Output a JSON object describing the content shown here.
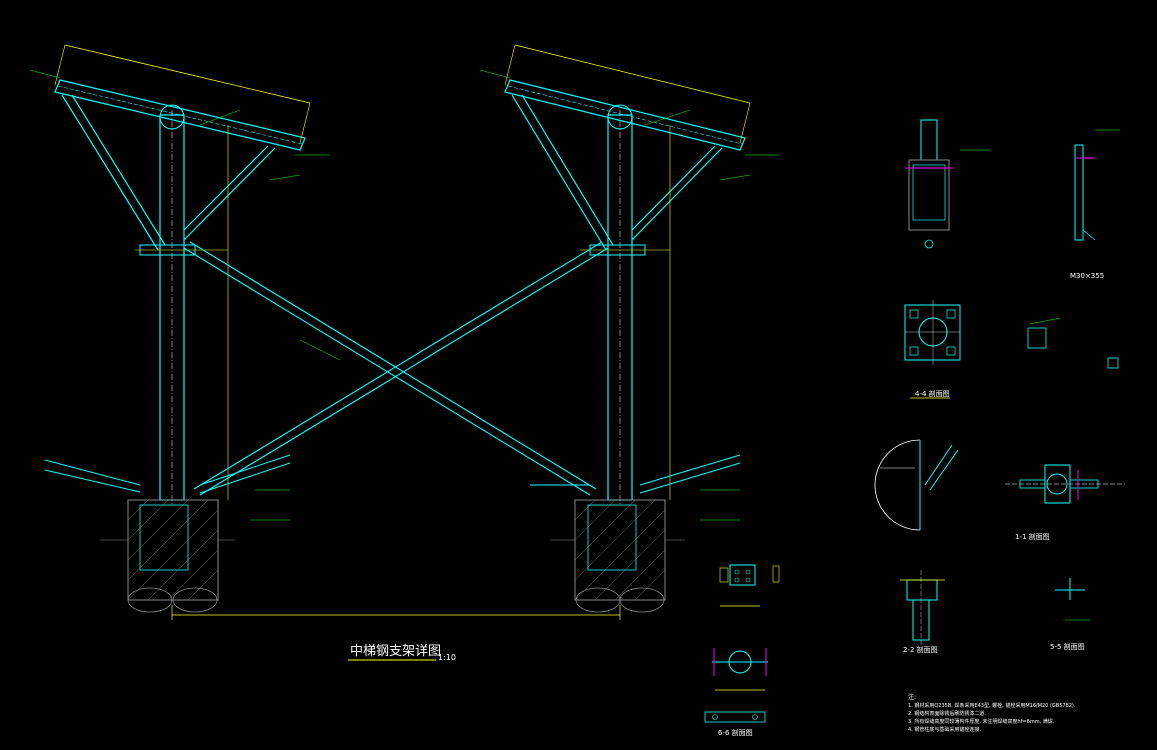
{
  "main_title": "中梯钢支架详图",
  "main_scale": "1:10",
  "detail_captions": [
    {
      "text": "1-1",
      "sub": "剖面图"
    },
    {
      "text": "2-2",
      "sub": "剖面图"
    },
    {
      "text": "4-4",
      "sub": "剖面图"
    },
    {
      "text": "5-5",
      "sub": "剖面图"
    },
    {
      "text": "6-6",
      "sub": "剖面图"
    }
  ],
  "dimension_label": "M30×355",
  "notes_heading": "注:",
  "notes": [
    "1. 钢材采用Q235B, 焊条采用E43型, 螺栓, 锚栓采用M16/M20 (GB5782).",
    "2. 钢结构表面除锈后刷防锈漆二道.",
    "3. 所有焊缝高度同较薄构件厚度, 未注明焊缝高度hf=6mm, 满焊.",
    "4. 钢管柱底与基础采用锚栓连接."
  ],
  "colors": {
    "background": "#000000",
    "steel": "#00ffff",
    "dimension": "#ffff00",
    "text": "#ffffff",
    "hatch": "#888888",
    "marker": "#ff00ff",
    "leader": "#00ff00",
    "center_line": "#ffffff"
  }
}
